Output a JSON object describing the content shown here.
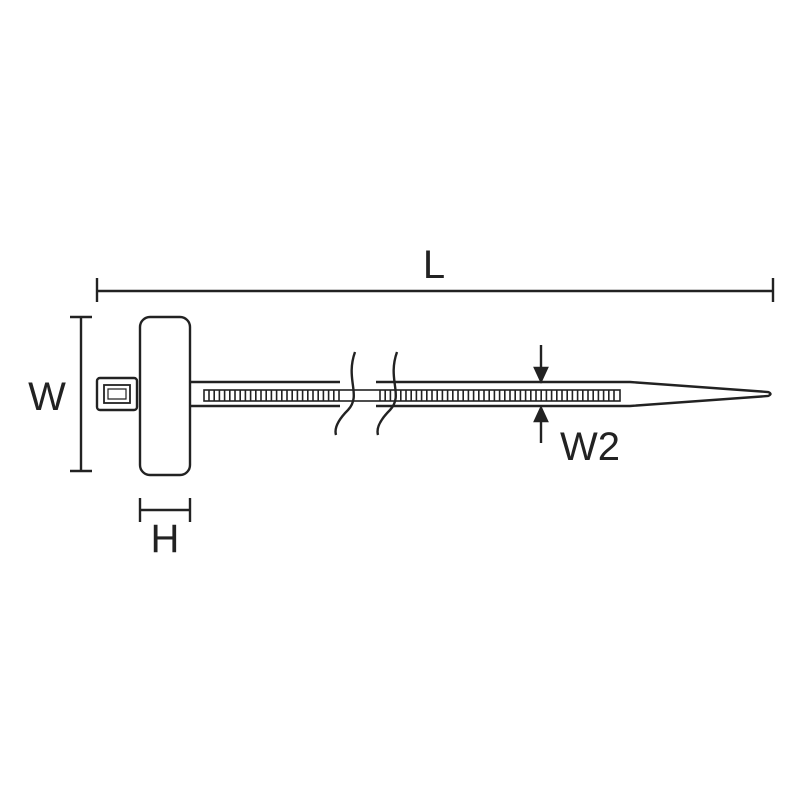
{
  "labels": {
    "length": "L",
    "width": "W",
    "height": "H",
    "strap_width": "W2"
  },
  "colors": {
    "stroke": "#222222",
    "background": "#ffffff"
  }
}
